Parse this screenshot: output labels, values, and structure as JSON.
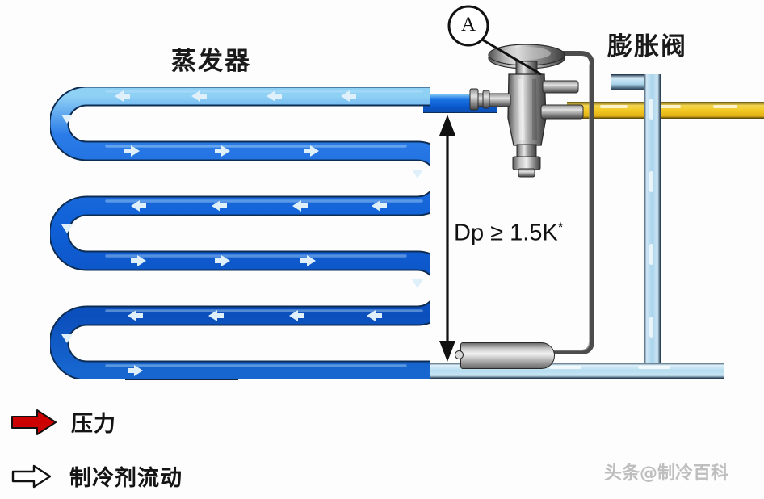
{
  "diagram": {
    "evaporator_label": "蒸发器",
    "valve_label": "膨胀阀",
    "callout_letter": "A",
    "dp_annotation": "Dp ≥ 1.5K",
    "dp_superscript": "*"
  },
  "legend": {
    "items": [
      {
        "symbol": "solid-red-arrow",
        "label": "压力",
        "color": "#cc0000"
      },
      {
        "symbol": "hollow-outline-arrow",
        "label": "制冷剂流动",
        "color": "#111111"
      }
    ]
  },
  "colors": {
    "suction_blue": "#1565d8",
    "liquid_yellow": "#f2c61f",
    "equalizer_light_blue": "#b4dcef",
    "arrow_white": "#dff0fb",
    "outline": "#12293f",
    "metal": "#bfbfbf"
  },
  "components": {
    "expansion_valve": "thermostatic-expansion-valve",
    "sensing_bulb": "sensing-bulb",
    "capillary_tube": "capillary-tube",
    "equalizer_line": "external-equalizer-line",
    "suction_line": "suction-line",
    "liquid_line": "liquid-line",
    "evaporator_coil": "serpentine-evaporator-coil"
  },
  "watermark": {
    "text": "头条@制冷百科"
  }
}
